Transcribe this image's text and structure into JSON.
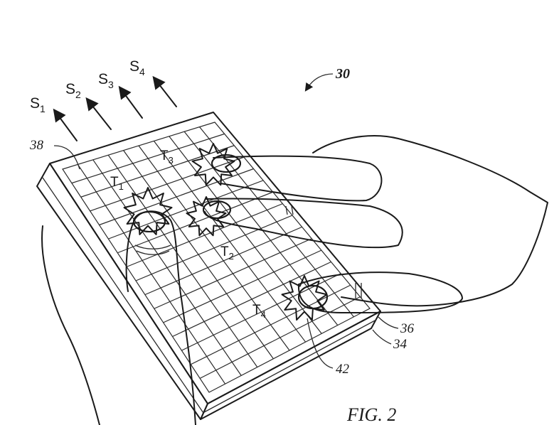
{
  "figure_caption": "FIG. 2",
  "references": {
    "device": "30",
    "surface": "38",
    "layer_top": "36",
    "layer_bottom": "34",
    "touch_lead": "42"
  },
  "signals": [
    {
      "main": "S",
      "sub": "1"
    },
    {
      "main": "S",
      "sub": "2"
    },
    {
      "main": "S",
      "sub": "3"
    },
    {
      "main": "S",
      "sub": "4"
    }
  ],
  "touches": [
    {
      "main": "T",
      "sub": "1"
    },
    {
      "main": "T",
      "sub": "2"
    },
    {
      "main": "T",
      "sub": "3"
    },
    {
      "main": "T",
      "sub": "4"
    }
  ]
}
